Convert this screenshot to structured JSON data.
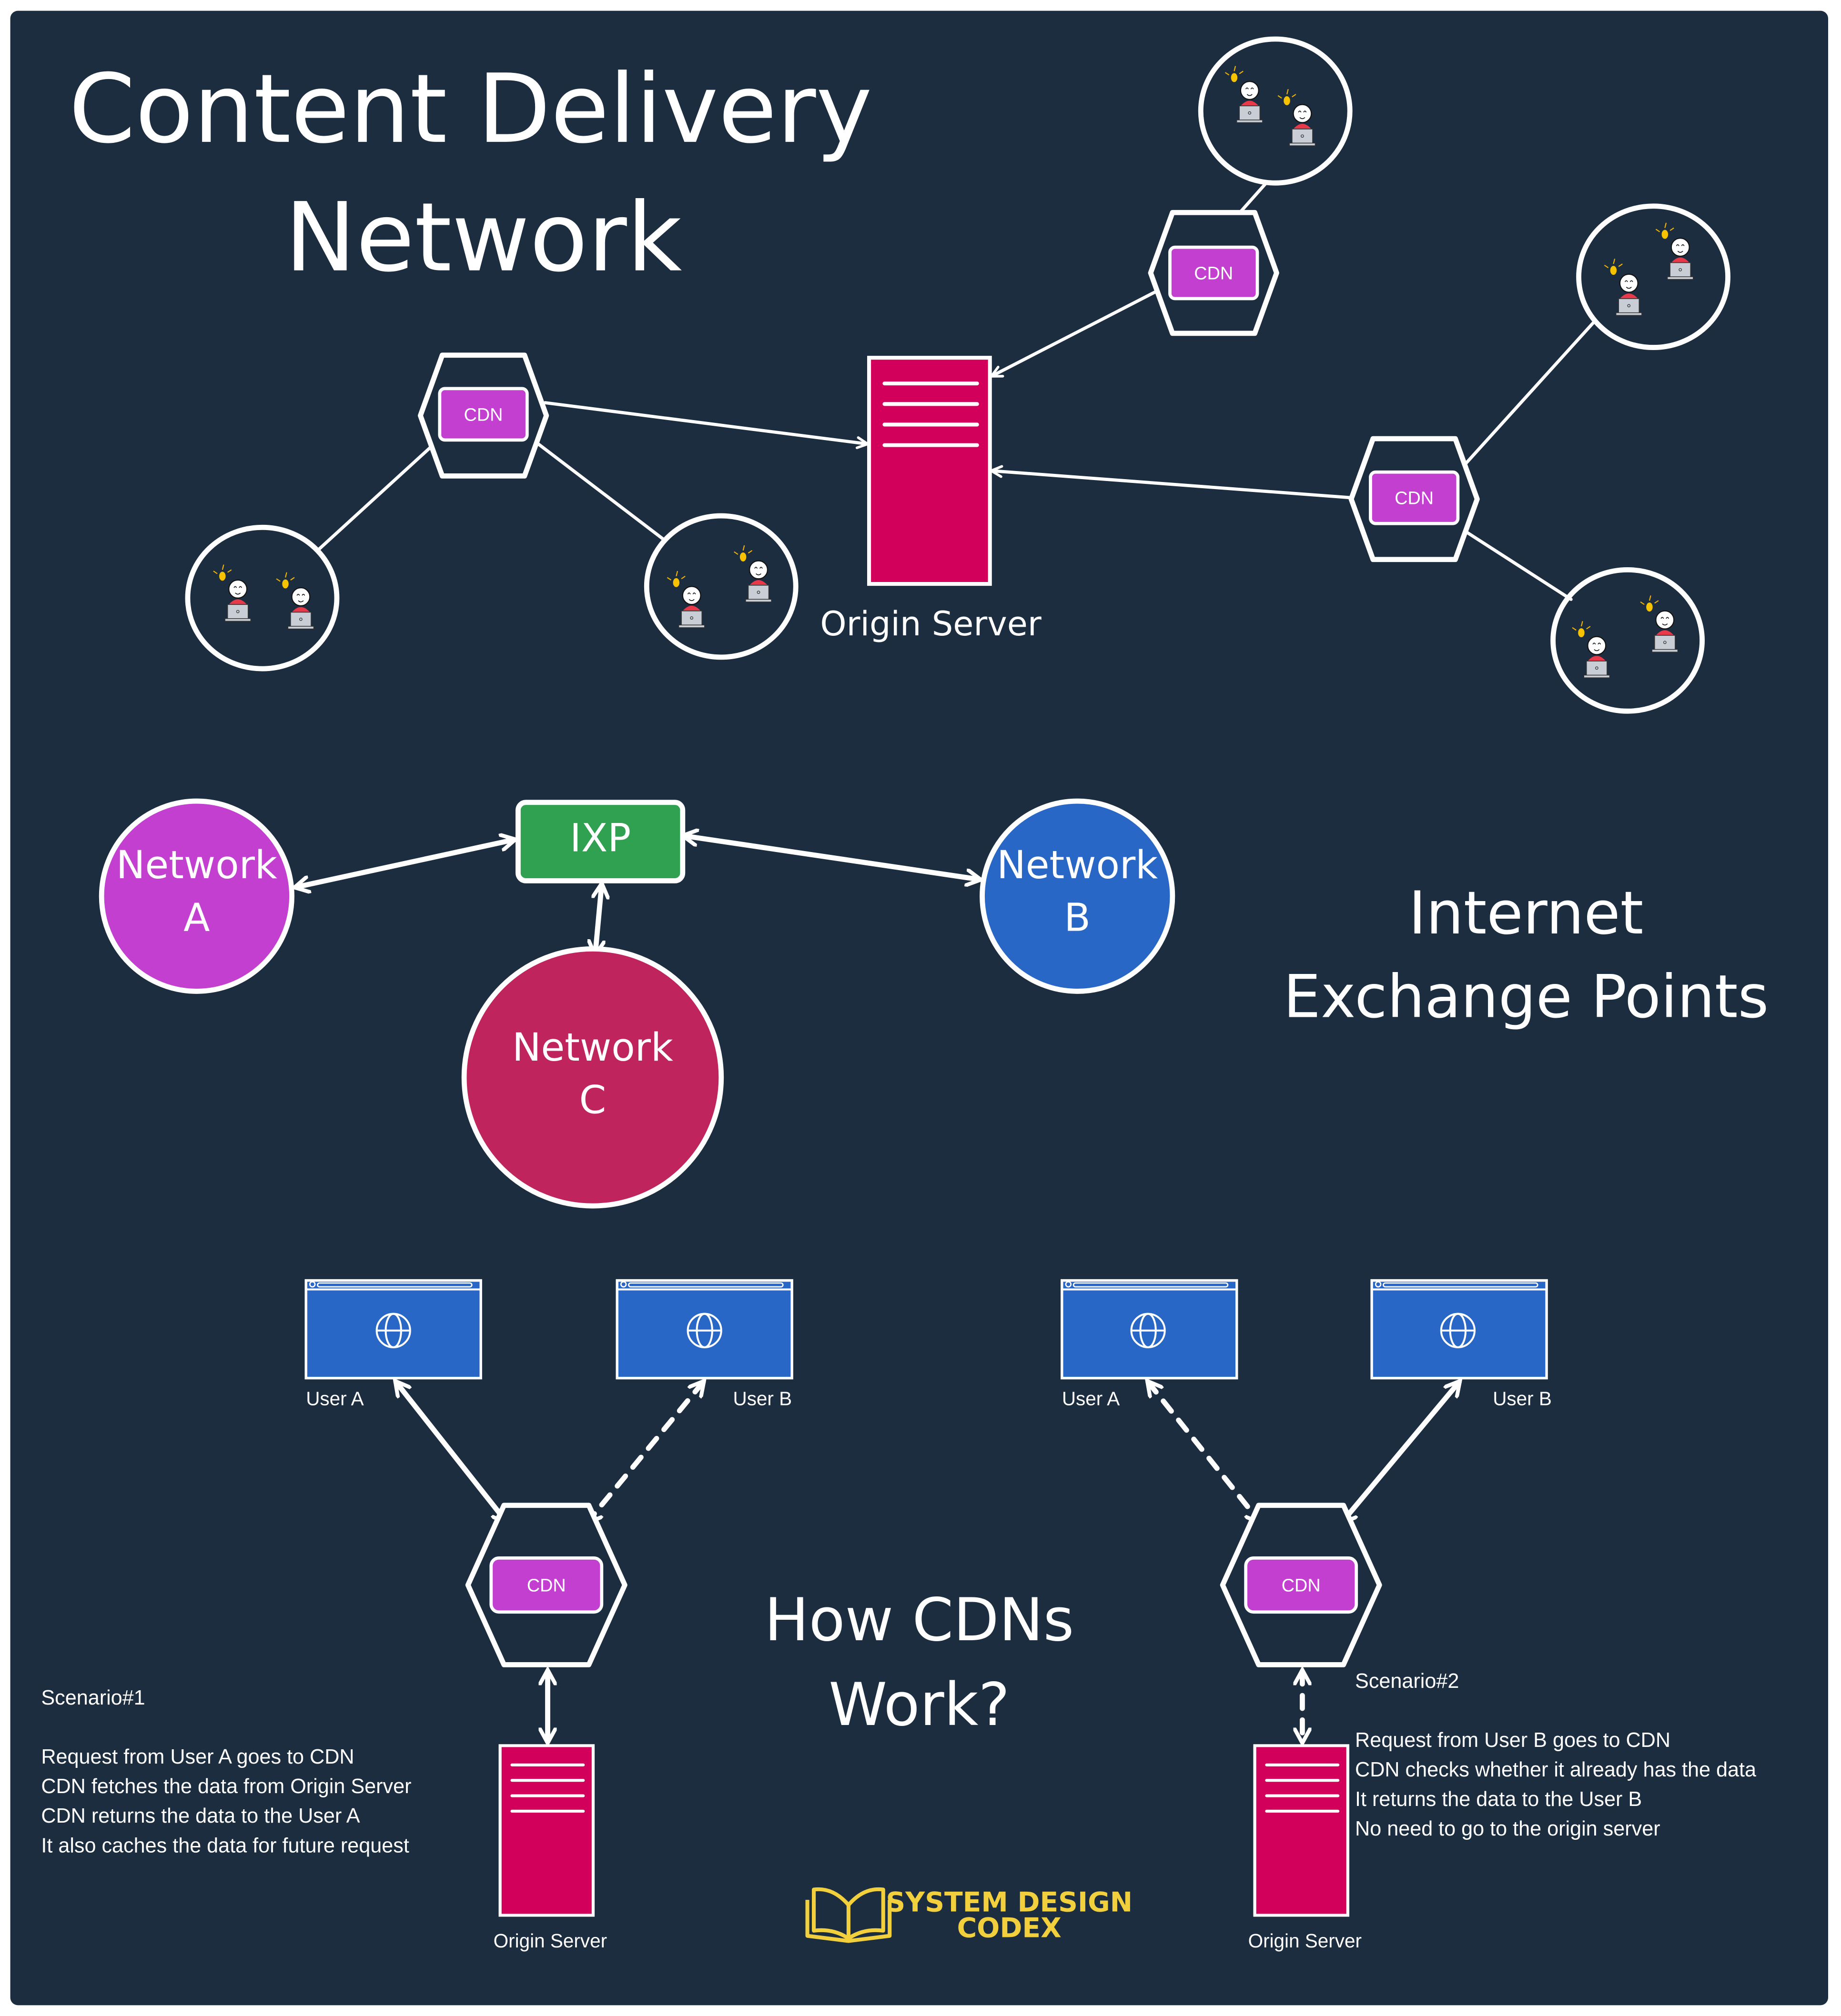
{
  "background": "#1b2d3f",
  "colors": {
    "cdn": "#c23fd0",
    "server": "#d2005a",
    "ixp": "#30a150",
    "network_a": "#c23fd0",
    "network_b": "#2867c5",
    "network_c": "#c0245c",
    "browser": "#2867c5",
    "logo": "#f2cf3c",
    "line": "#ffffff"
  },
  "section1": {
    "title_line1": "Content Delivery",
    "title_line2": "Network",
    "origin_label": "Origin Server",
    "cdn_nodes": [
      {
        "label": "CDN"
      },
      {
        "label": "CDN"
      },
      {
        "label": "CDN"
      }
    ],
    "user_groups": [
      "users-icon",
      "users-icon",
      "users-icon",
      "users-icon",
      "users-icon"
    ]
  },
  "section2": {
    "title_line1": "Internet",
    "title_line2": "Exchange Points",
    "ixp_label": "IXP",
    "networks": [
      {
        "line1": "Network",
        "line2": "A"
      },
      {
        "line1": "Network",
        "line2": "B"
      },
      {
        "line1": "Network",
        "line2": "C"
      }
    ]
  },
  "section3": {
    "title_line1": "How CDNs",
    "title_line2": "Work?",
    "scenario1": {
      "user_a": "User A",
      "user_b": "User B",
      "cdn": "CDN",
      "origin": "Origin Server",
      "heading": "Scenario#1",
      "lines": [
        "Request from User A goes to CDN",
        "CDN fetches the data from Origin Server",
        "CDN returns the data to the User A",
        "It also caches the data for future request"
      ]
    },
    "scenario2": {
      "user_a": "User A",
      "user_b": "User B",
      "cdn": "CDN",
      "origin": "Origin Server",
      "heading": "Scenario#2",
      "lines": [
        "Request from User B goes to CDN",
        "CDN checks whether it already has the data",
        "It returns the data to the User B",
        "No need to go to the origin server"
      ]
    }
  },
  "logo": {
    "line1": "SYSTEM DESIGN",
    "line2": "CODEX"
  }
}
